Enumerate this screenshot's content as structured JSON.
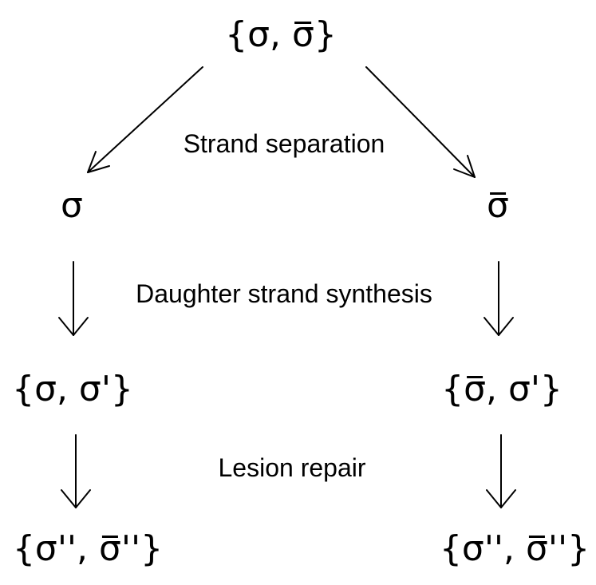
{
  "nodes": {
    "root": {
      "parts": [
        "{σ, ",
        "σ",
        "}"
      ]
    },
    "left_strand": {
      "parts": [
        "σ"
      ]
    },
    "right_strand": {
      "parts": [
        "σ"
      ]
    },
    "left_duplex": {
      "parts": [
        "{σ, σ'}"
      ]
    },
    "right_duplex": {
      "parts": [
        "{",
        "σ",
        ", σ'}"
      ]
    },
    "left_repaired": {
      "parts": [
        "{σ'', ",
        "σ",
        "''}"
      ]
    },
    "right_repaired": {
      "parts": [
        "{σ'', ",
        "σ",
        "''}"
      ]
    }
  },
  "labels": {
    "strand_separation": "Strand separation",
    "daughter_synthesis": "Daughter strand synthesis",
    "lesion_repair": "Lesion repair"
  }
}
